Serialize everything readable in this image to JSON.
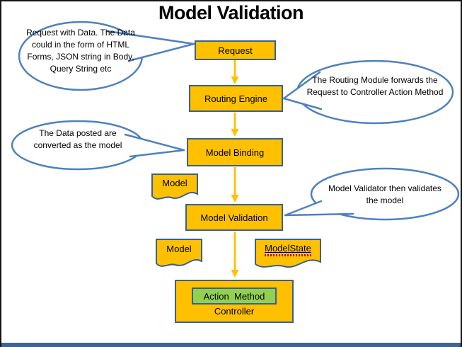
{
  "title": "Model Validation",
  "colors": {
    "box_fill": "#FFC000",
    "box_border": "#3B618C",
    "bubble_fill": "#FFFFFF",
    "bubble_border": "#4F81BD",
    "arrow": "#FFC000",
    "green_fill": "#92D050",
    "green_border": "#3B618C",
    "title_color": "#000000",
    "footer_band": "#40648F",
    "squiggle": "#C00000"
  },
  "flow": {
    "request": "Request",
    "routing_engine": "Routing Engine",
    "model_binding": "Model Binding",
    "model_validation": "Model Validation",
    "action_method": "Action  Method",
    "controller": "Controller"
  },
  "documents": {
    "model_after_binding": "Model",
    "model_after_validation": "Model",
    "model_state": "ModelState"
  },
  "callouts": {
    "request_note": "Request with Data. The Data could in the form of HTML Forms, JSON string in Body, Query String etc",
    "routing_note": "The Routing Module forwards the Request to Controller Action Method",
    "binding_note": "The Data posted are converted as the model",
    "validation_note": "Model Validator then validates the model"
  }
}
